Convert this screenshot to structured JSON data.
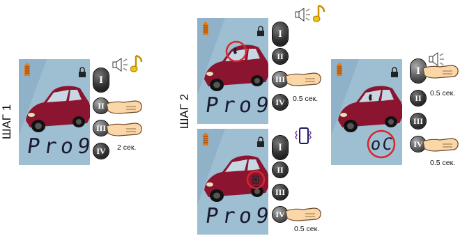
{
  "steps": {
    "step1": "ШАГ 1",
    "step2": "ШАГ 2"
  },
  "lcd_text": {
    "prog": "Pro9",
    "oc": "oC"
  },
  "buttons": [
    "I",
    "II",
    "III",
    "IV"
  ],
  "timings": {
    "two_sec": "2 сек.",
    "half_sec": "0.5 сек."
  },
  "icons": {
    "battery": "battery-icon",
    "lock": "lock-icon",
    "car": "car-icon",
    "speaker": "speaker-icon",
    "note": "music-note-icon",
    "vibrate": "vibrate-icon",
    "phone": "phone-icon",
    "finger": "finger-press-icon"
  },
  "colors": {
    "lcd_bg": "#8fb2c9",
    "car": "#8b1530",
    "highlight_circle": "#d9262a",
    "segment": "#1a1a2e",
    "battery": "#e07a1e"
  }
}
